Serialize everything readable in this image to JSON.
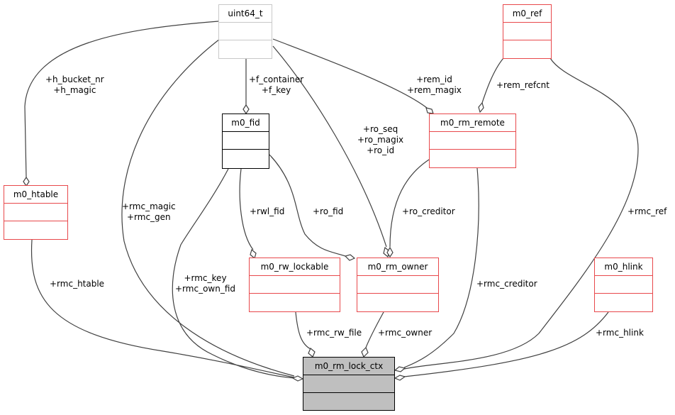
{
  "diagram": {
    "type": "collaboration-graph",
    "nodes": {
      "uint64_t": {
        "title": "uint64_t",
        "style": "undocumented"
      },
      "m0_ref": {
        "title": "m0_ref",
        "style": "documented"
      },
      "m0_fid": {
        "title": "m0_fid",
        "style": "plain"
      },
      "m0_rm_remote": {
        "title": "m0_rm_remote",
        "style": "documented"
      },
      "m0_htable": {
        "title": "m0_htable",
        "style": "documented"
      },
      "m0_rw_lockable": {
        "title": "m0_rw_lockable",
        "style": "documented"
      },
      "m0_rm_owner": {
        "title": "m0_rm_owner",
        "style": "documented"
      },
      "m0_hlink": {
        "title": "m0_hlink",
        "style": "documented"
      },
      "m0_rm_lock_ctx": {
        "title": "m0_rm_lock_ctx",
        "style": "focus"
      }
    },
    "edges": [
      {
        "from": "uint64_t",
        "to": "m0_htable",
        "label": "+h_bucket_nr\n+h_magic"
      },
      {
        "from": "uint64_t",
        "to": "m0_fid",
        "label": "+f_container\n+f_key"
      },
      {
        "from": "uint64_t",
        "to": "m0_rm_remote",
        "label": "+rem_id\n+rem_magix"
      },
      {
        "from": "uint64_t",
        "to": "m0_rm_owner",
        "label": "+ro_seq\n+ro_magix\n+ro_id"
      },
      {
        "from": "uint64_t",
        "to": "m0_rm_lock_ctx",
        "label": "+rmc_magic\n+rmc_gen"
      },
      {
        "from": "m0_ref",
        "to": "m0_rm_remote",
        "label": "+rem_refcnt"
      },
      {
        "from": "m0_ref",
        "to": "m0_rm_lock_ctx",
        "label": "+rmc_ref"
      },
      {
        "from": "m0_fid",
        "to": "m0_rw_lockable",
        "label": "+rwl_fid"
      },
      {
        "from": "m0_fid",
        "to": "m0_rm_owner",
        "label": "+ro_fid"
      },
      {
        "from": "m0_fid",
        "to": "m0_rm_lock_ctx",
        "label": "+rmc_key\n+rmc_own_fid"
      },
      {
        "from": "m0_rm_remote",
        "to": "m0_rm_owner",
        "label": "+ro_creditor"
      },
      {
        "from": "m0_rm_remote",
        "to": "m0_rm_lock_ctx",
        "label": "+rmc_creditor"
      },
      {
        "from": "m0_htable",
        "to": "m0_rm_lock_ctx",
        "label": "+rmc_htable"
      },
      {
        "from": "m0_rw_lockable",
        "to": "m0_rm_lock_ctx",
        "label": "+rmc_rw_file"
      },
      {
        "from": "m0_rm_owner",
        "to": "m0_rm_lock_ctx",
        "label": "+rmc_owner"
      },
      {
        "from": "m0_hlink",
        "to": "m0_rm_lock_ctx",
        "label": "+rmc_hlink"
      }
    ]
  },
  "colors": {
    "documented_border": "#e8484b",
    "undocumented_border": "#c8c8c8",
    "plain_border": "#000000",
    "focus_fill": "#bfbfbf",
    "edge": "#404040"
  }
}
